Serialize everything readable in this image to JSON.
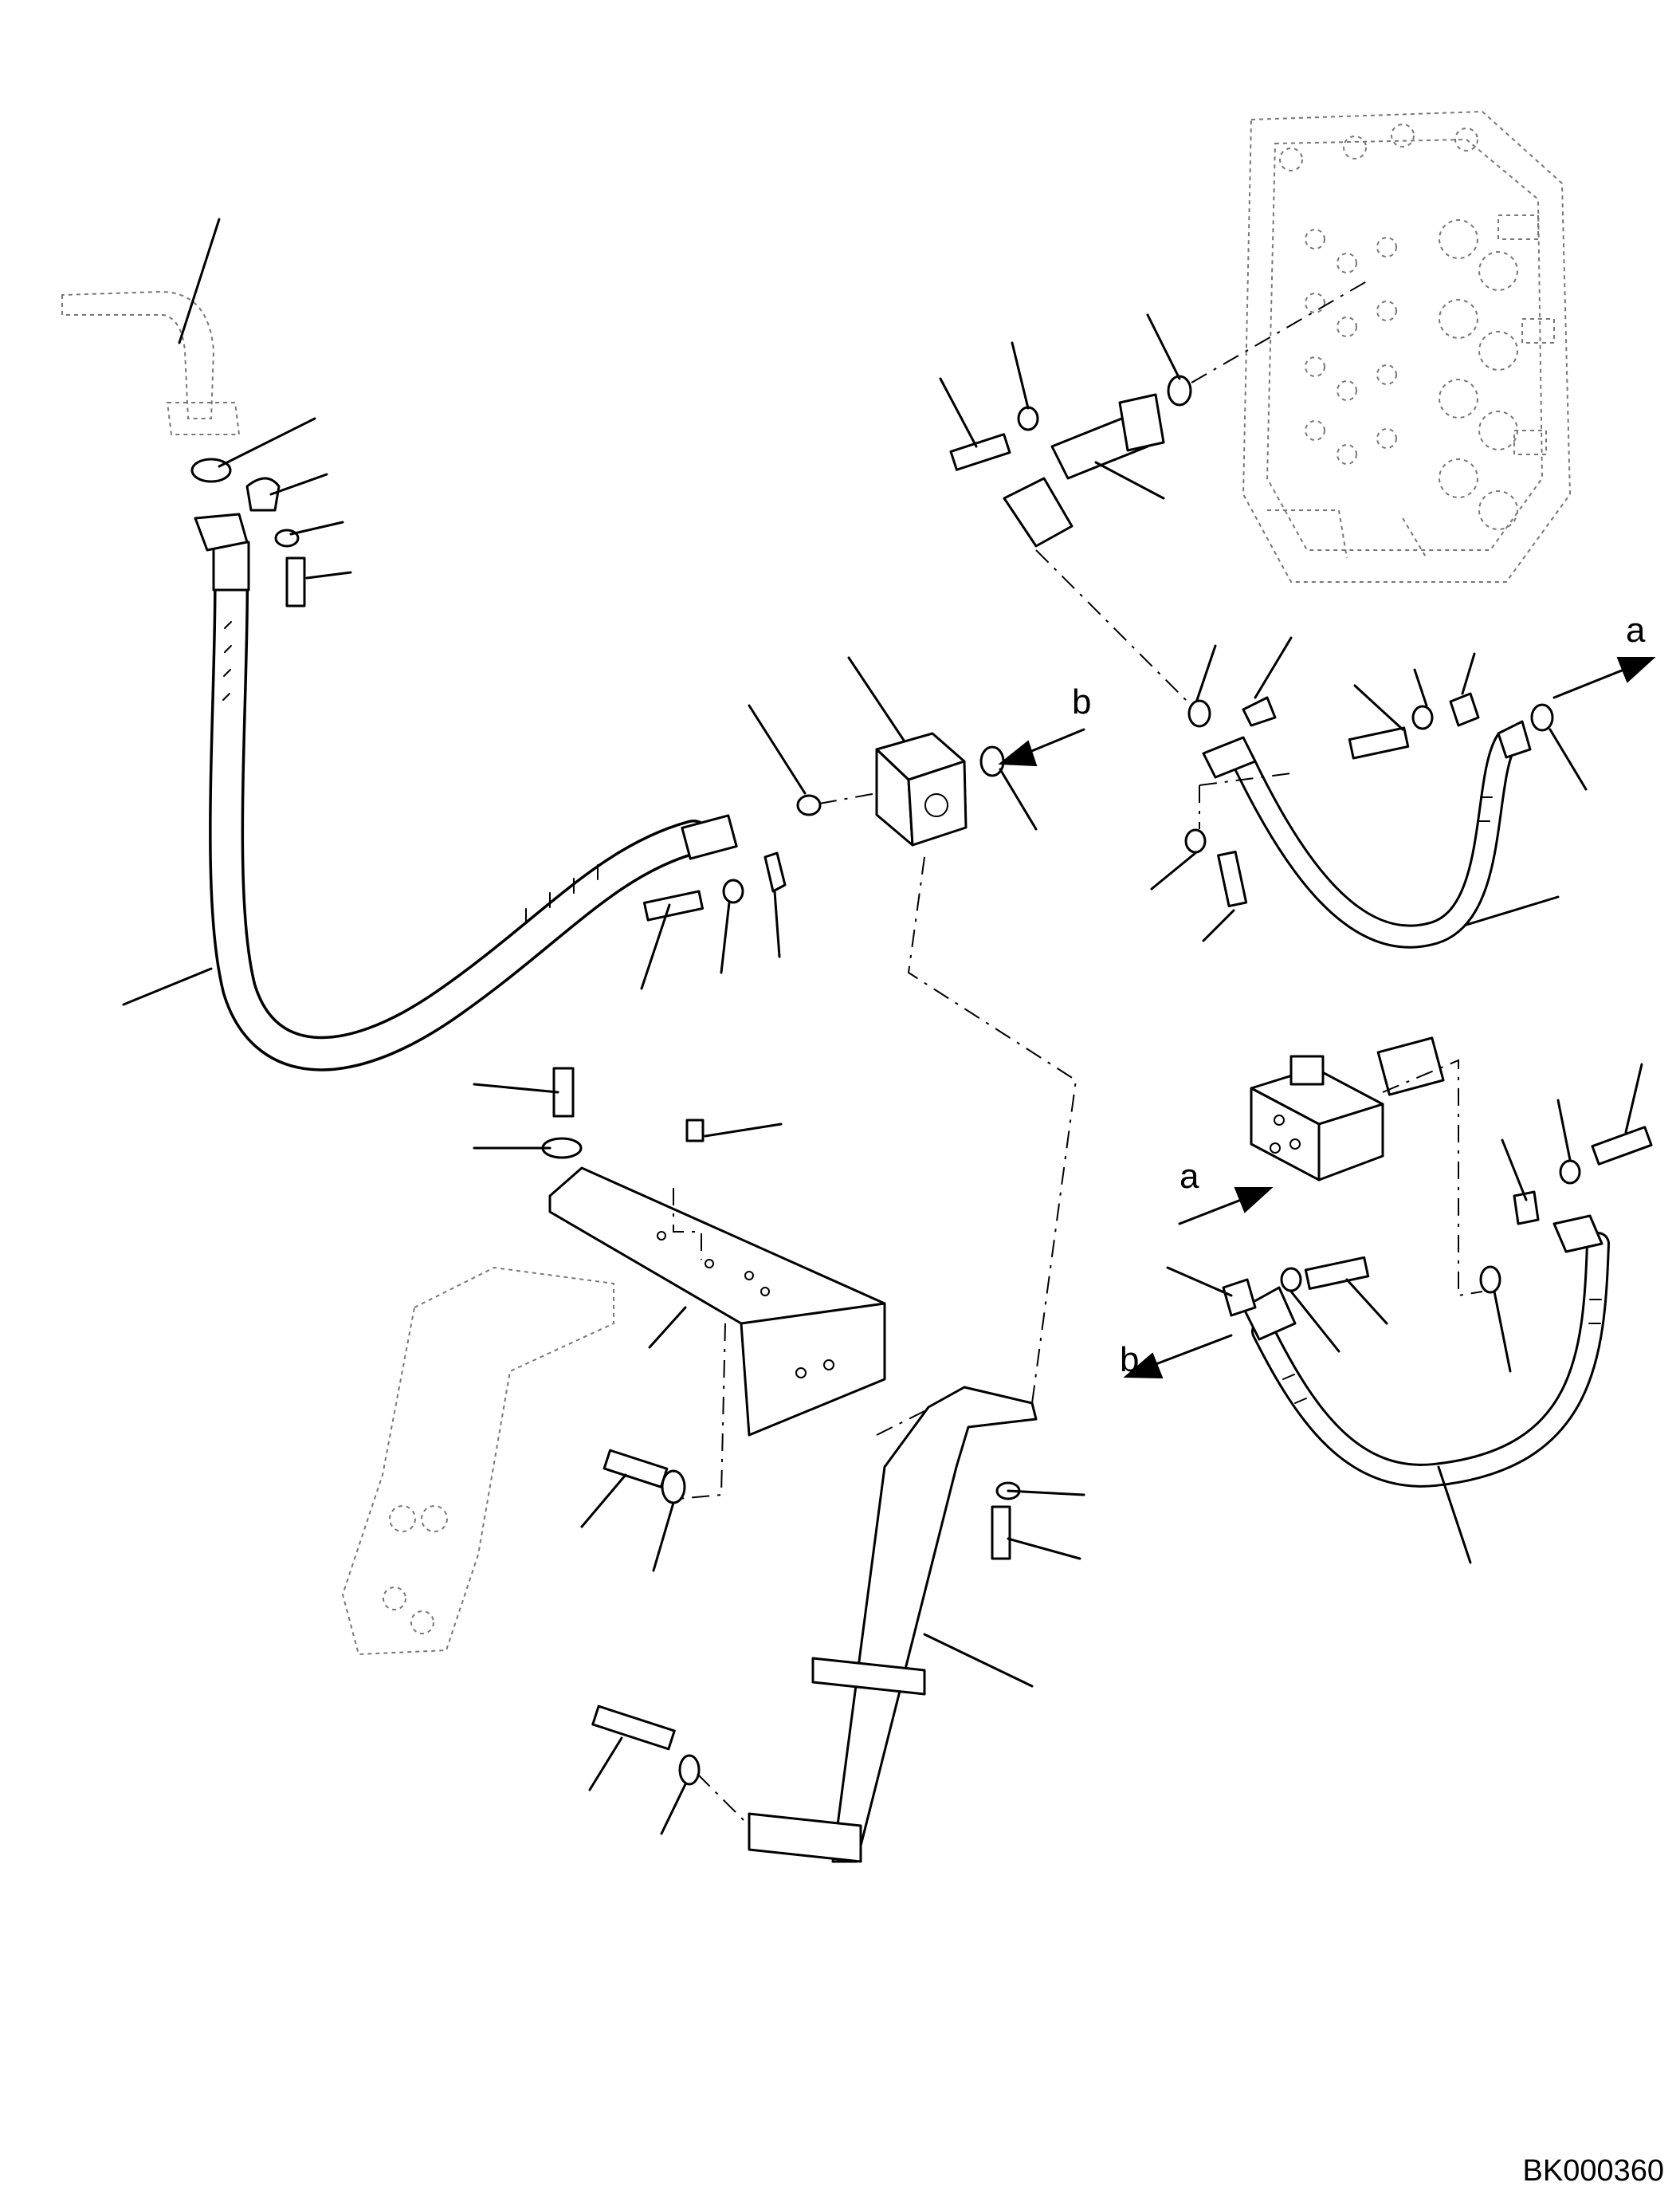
{
  "labels": {
    "a_top": "a",
    "a_bottom": "a",
    "b_top": "b",
    "b_bottom": "b"
  },
  "drawing_code": "BK000360"
}
